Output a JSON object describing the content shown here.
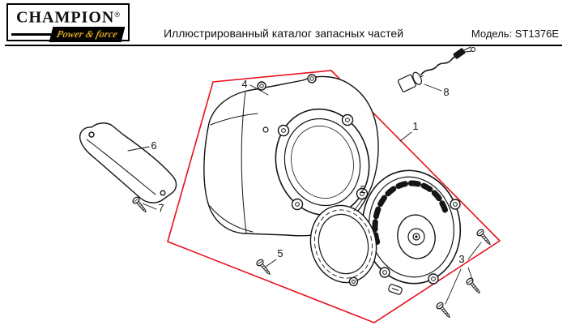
{
  "header": {
    "brand": "CHAMPION",
    "registered_mark": "®",
    "tagline": "Power & force",
    "title": "Иллюстрированный каталог запасных частей",
    "model": "Модель: ST1376E"
  },
  "colors": {
    "callout_box_red": "#e8101c",
    "tagline_gold": "#d8a425",
    "line_black": "#151515"
  },
  "diagram": {
    "callout_numbers": [
      "1",
      "2",
      "3",
      "4",
      "5",
      "6",
      "7",
      "8"
    ]
  }
}
